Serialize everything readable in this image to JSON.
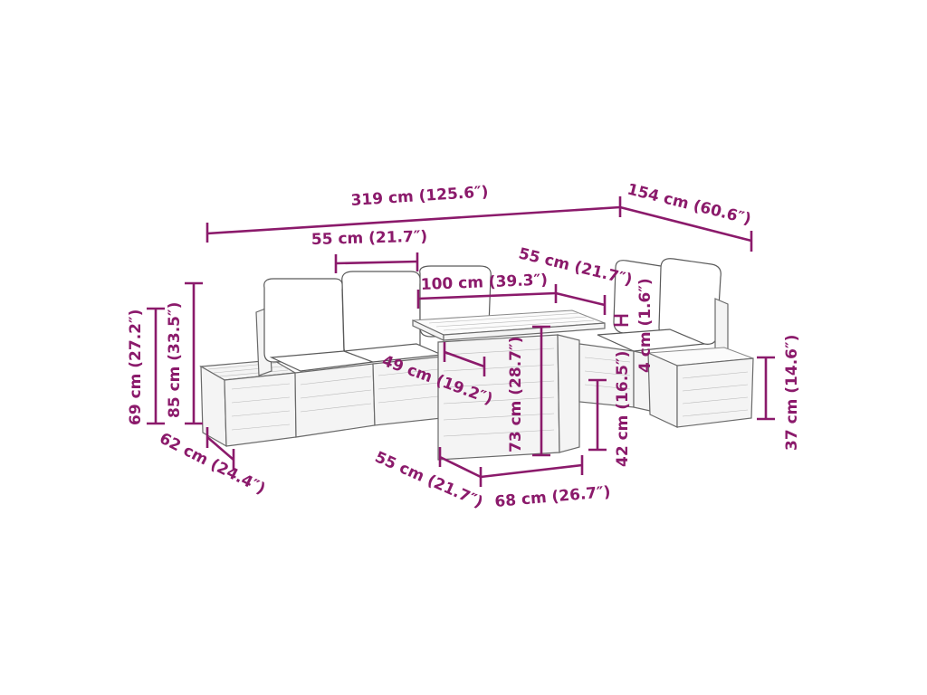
{
  "colors": {
    "dimension": "#8b1a6b",
    "furniture_outline": "#6a6a6a",
    "background": "#ffffff"
  },
  "dimensions": {
    "total_width": "319 cm (125.6″)",
    "side_depth": "154 cm (60.6″)",
    "seat_width": "55 cm (21.7″)",
    "table_width": "100 cm (39.3″)",
    "corner_seat_width": "55 cm (21.7″)",
    "top_thickness": "4 cm (1.6″)",
    "seat_height": "69 cm (27.2″)",
    "back_height": "85 cm (33.5″)",
    "seat_depth_inner": "49 cm (19.2″)",
    "table_height": "73 cm (28.7″)",
    "base_height": "42 cm (16.5″)",
    "stool_height": "37 cm (14.6″)",
    "module_depth": "62 cm (24.4″)",
    "table_depth": "55 cm (21.7″)",
    "table_length": "68 cm (26.7″)"
  }
}
